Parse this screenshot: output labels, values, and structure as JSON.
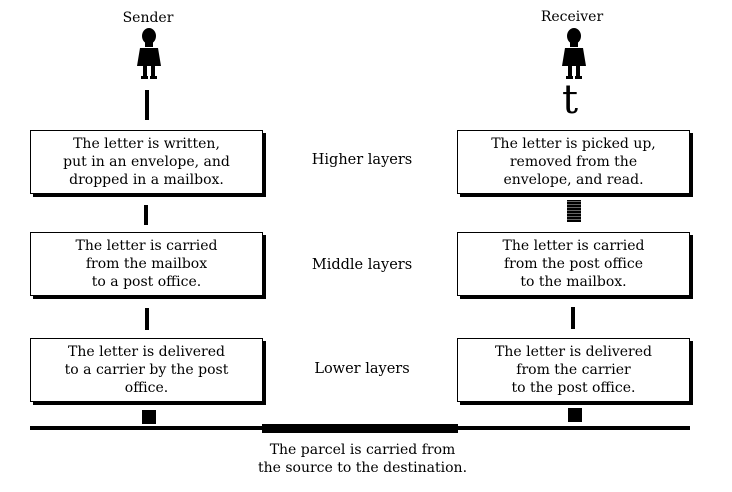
{
  "sender": {
    "title": "Sender",
    "icon": "person-icon"
  },
  "receiver": {
    "title": "Receiver",
    "arrow_glyph": "t",
    "icon": "person-icon"
  },
  "layers": [
    {
      "name": "Higher layers",
      "sender_text": "The letter is written,\nput in an envelope, and\ndropped in a mailbox.",
      "receiver_text": "The letter is picked up,\nremoved from the\nenvelope, and read."
    },
    {
      "name": "Middle layers",
      "sender_text": "The letter is carried\nfrom the mailbox\nto a post office.",
      "receiver_text": "The letter is carried\nfrom the post office\nto the mailbox."
    },
    {
      "name": "Lower layers",
      "sender_text": "The letter is delivered\nto a carrier by the post\noffice.",
      "receiver_text": "The letter is delivered\nfrom the carrier\nto the post office."
    }
  ],
  "caption": "The parcel is carried from\nthe source to the destination."
}
